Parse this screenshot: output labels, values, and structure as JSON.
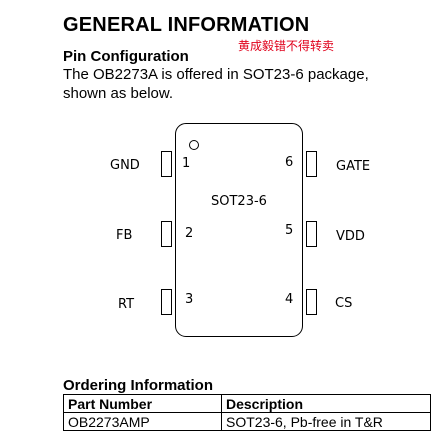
{
  "document": {
    "title": "GENERAL INFORMATION",
    "watermark": "黄成毅错不得转卖",
    "pin_config_heading": "Pin Configuration",
    "description_line1": "The OB2273A is offered in SOT23-6 package,",
    "description_line2": "shown as below."
  },
  "package": {
    "label": "SOT23-6",
    "pins": [
      {
        "number": "1",
        "name": "GND"
      },
      {
        "number": "2",
        "name": "FB"
      },
      {
        "number": "3",
        "name": "RT"
      },
      {
        "number": "4",
        "name": "CS"
      },
      {
        "number": "5",
        "name": "VDD"
      },
      {
        "number": "6",
        "name": "GATE"
      }
    ]
  },
  "ordering": {
    "heading": "Ordering Information",
    "headers": [
      "Part Number",
      "Description"
    ],
    "rows": [
      [
        "OB2273AMP",
        "SOT23-6, Pb-free in T&R"
      ]
    ]
  }
}
